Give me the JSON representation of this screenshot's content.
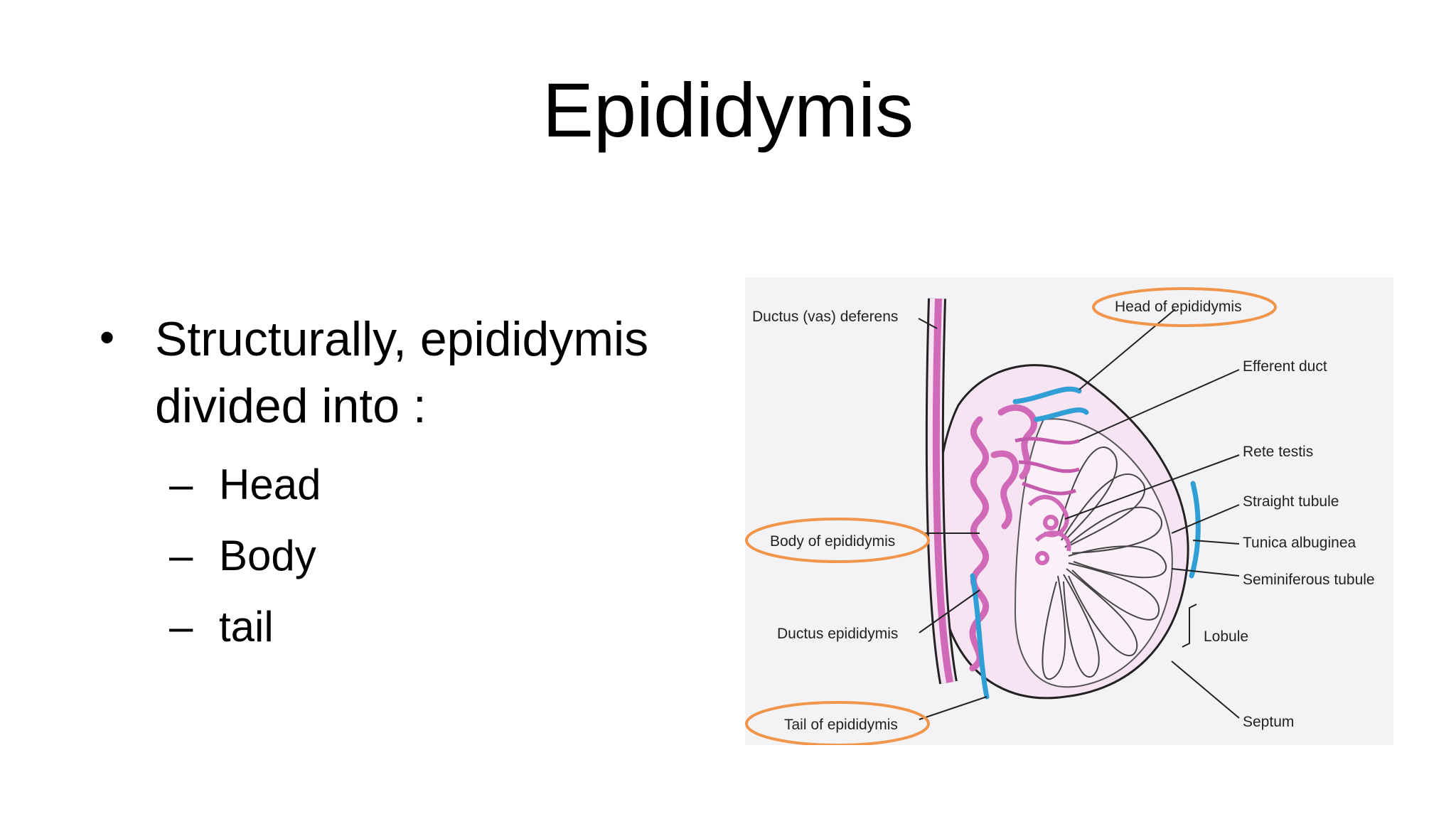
{
  "slide": {
    "title": "Epididymis",
    "bullet": {
      "line1": "Structurally, epididymis",
      "line2": "divided into :"
    },
    "sub_items": [
      {
        "dash": "–",
        "label": "Head"
      },
      {
        "dash": "–",
        "label": "Body"
      },
      {
        "dash": "–",
        "label": "tail"
      }
    ]
  },
  "diagram": {
    "labels": {
      "vas_deferens": "Ductus (vas) deferens",
      "head": "Head of epididymis",
      "efferent_duct": "Efferent duct",
      "rete_testis": "Rete testis",
      "straight_tubule": "Straight tubule",
      "body": "Body of epididymis",
      "tunica_albuginea": "Tunica albuginea",
      "seminiferous_tubule": "Seminiferous tubule",
      "ductus_epididymis": "Ductus epididymis",
      "lobule": "Lobule",
      "tail": "Tail of epididymis",
      "septum": "Septum"
    },
    "colors": {
      "highlight_ring": "#f0954a",
      "duct_pink": "#d06ab8",
      "duct_blue": "#2f9fd6",
      "tissue": "#f6e4f2"
    }
  }
}
